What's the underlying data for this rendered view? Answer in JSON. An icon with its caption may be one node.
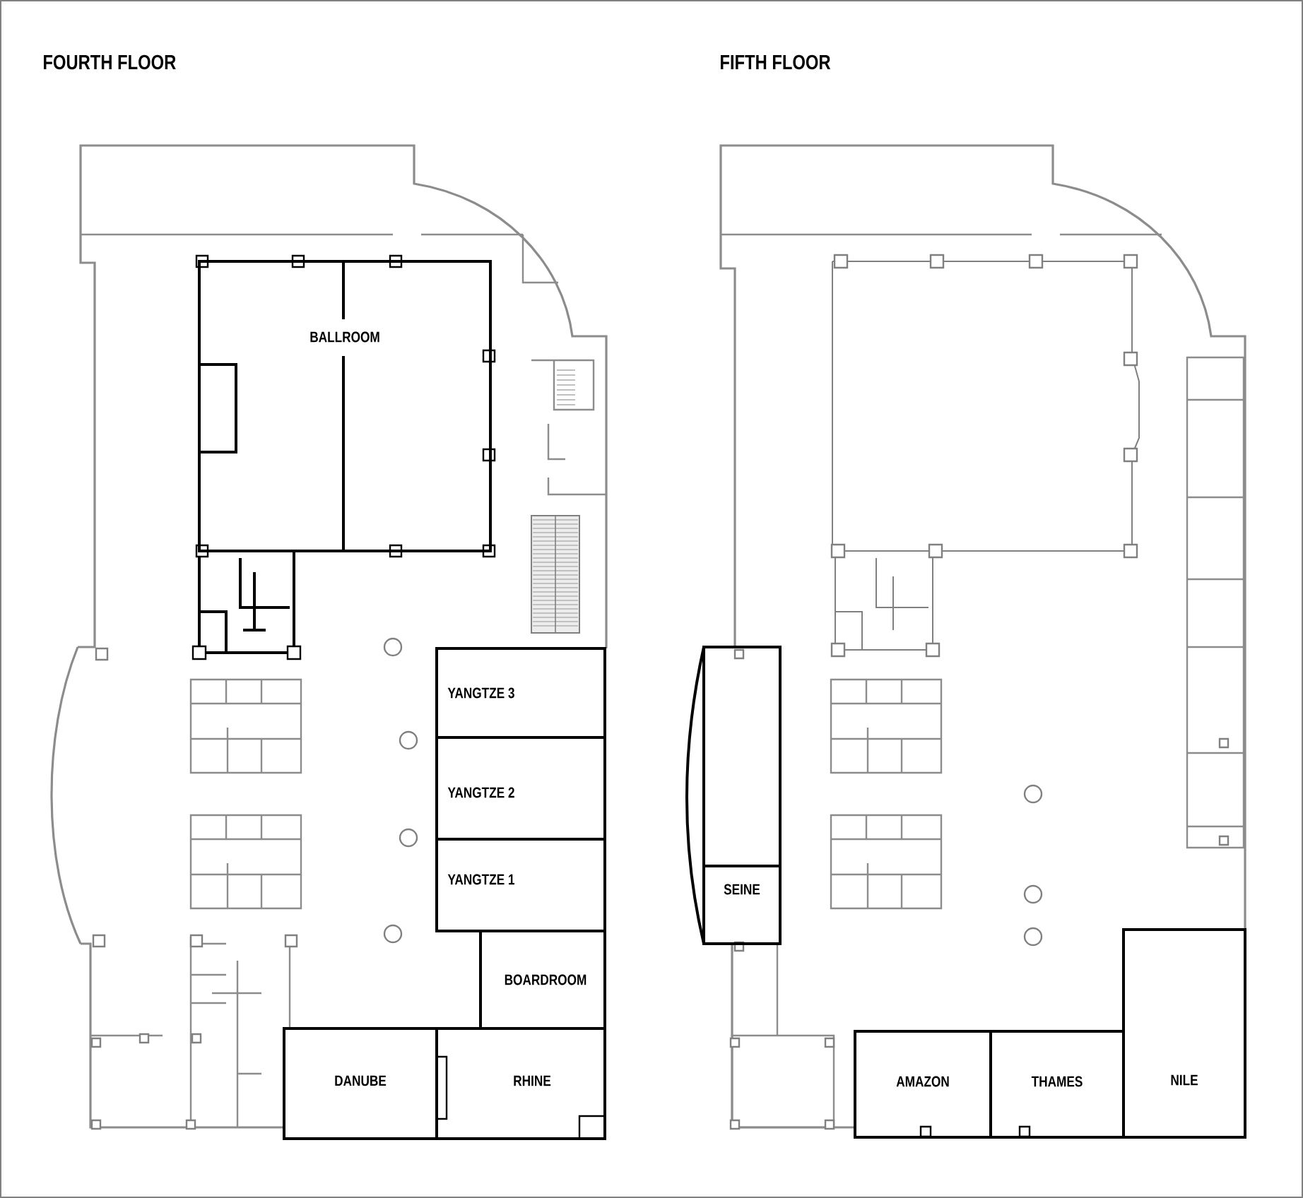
{
  "diagram": {
    "nodes": [
      {
        "text": [
          "BALLROOM"
        ]
      },
      {
        "text": [
          "YANGTZE 3"
        ]
      },
      {
        "text": [
          "YANGTZE 2"
        ]
      },
      {
        "text": [
          "YANGTZE 1"
        ]
      },
      {
        "text": [
          "BOARDROOM"
        ]
      },
      {
        "text": [
          "DANUBE"
        ]
      },
      {
        "text": [
          "RHINE"
        ]
      },
      {
        "text": [],
        "shape": "box"
      },
      {
        "text": [
          "SEINE"
        ]
      },
      {
        "text": [
          "AMAZON"
        ]
      },
      {
        "text": [
          "THAMES"
        ]
      },
      {
        "text": [
          "NILE"
        ]
      }
    ],
    "labels": [
      "FOURTH FLOOR",
      "FIFTH FLOOR"
    ]
  }
}
